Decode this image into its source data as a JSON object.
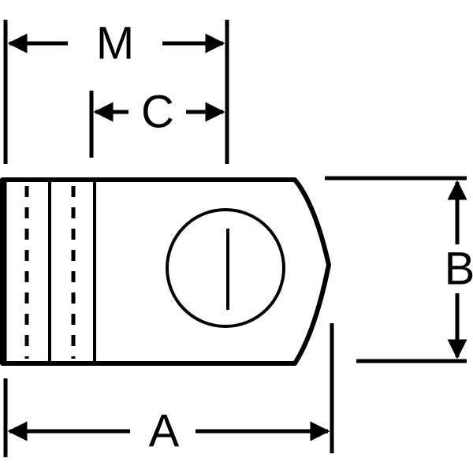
{
  "diagram": {
    "subject": "lug-terminal-dimensional-drawing",
    "colors": {
      "line": "#000000",
      "background": "#ffffff"
    },
    "dimensions": {
      "M": {
        "label": "M"
      },
      "C": {
        "label": "C"
      },
      "B": {
        "label": "B"
      },
      "A": {
        "label": "A"
      }
    }
  }
}
